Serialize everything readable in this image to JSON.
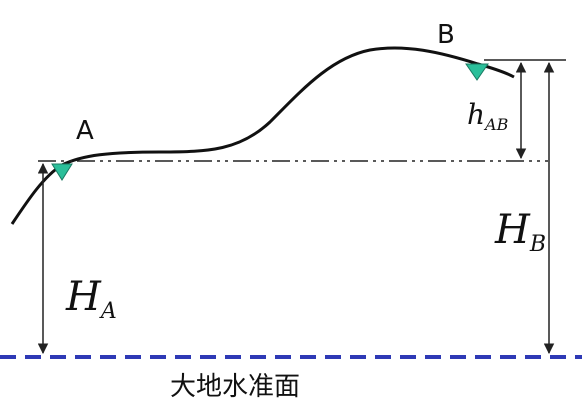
{
  "labels": {
    "point_a": "A",
    "point_b": "B",
    "height_a_main": "H",
    "height_a_sub": "A",
    "height_b_main": "H",
    "height_b_sub": "B",
    "diff_main": "h",
    "diff_sub": "AB",
    "datum": "大地水准面"
  },
  "colors": {
    "terrain": "#111111",
    "datum_line": "#2e39b5",
    "marker": "#2bbf9a",
    "guide": "#222222"
  },
  "icons": {
    "marker_a": "triangle-marker-icon",
    "marker_b": "triangle-marker-icon"
  }
}
